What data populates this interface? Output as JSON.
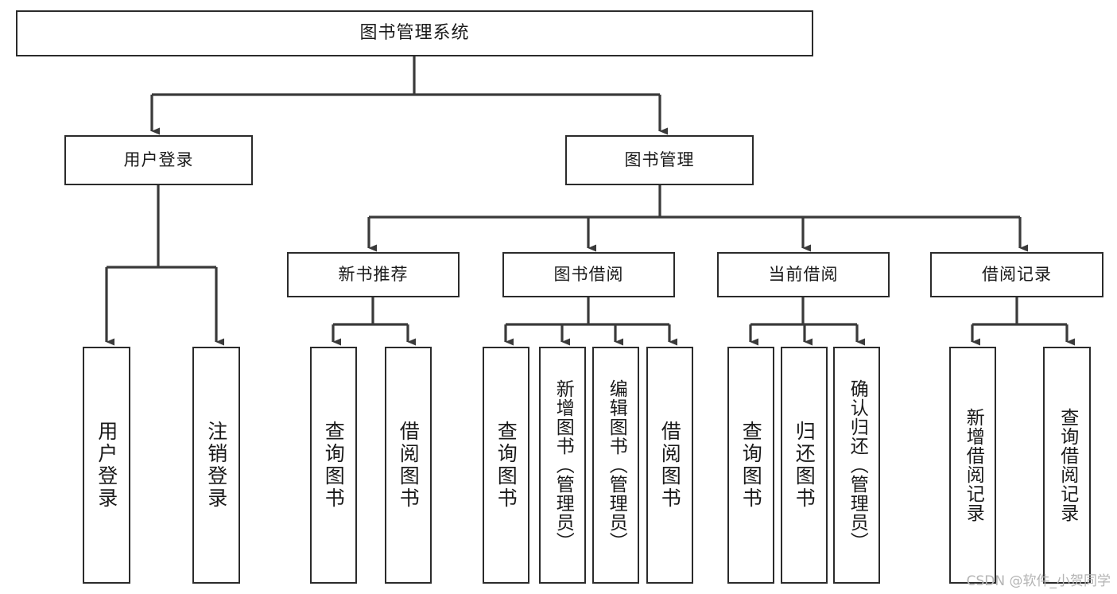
{
  "diagram": {
    "title": "图书管理系统",
    "type": "tree-hierarchy-chart",
    "orientation": "top-down",
    "colors": {
      "box_border": "#2b2b2b",
      "box_fill": "#ffffff",
      "connector": "#3a3a3a",
      "text": "#1a1a1a",
      "watermark": "#b4b4b4"
    },
    "root": {
      "id": "root",
      "label": "图书管理系统"
    },
    "level1": [
      {
        "id": "user-login",
        "label": "用户登录"
      },
      {
        "id": "book-management",
        "label": "图书管理"
      }
    ],
    "level2": [
      {
        "id": "new-book-recommend",
        "label": "新书推荐",
        "parent": "book-management"
      },
      {
        "id": "book-borrow",
        "label": "图书借阅",
        "parent": "book-management"
      },
      {
        "id": "current-borrow",
        "label": "当前借阅",
        "parent": "book-management"
      },
      {
        "id": "borrow-record",
        "label": "借阅记录",
        "parent": "book-management"
      }
    ],
    "leaves": {
      "user_login": [
        {
          "id": "leaf-user-login",
          "label": "用户登录"
        },
        {
          "id": "leaf-user-logout",
          "label": "注销登录"
        }
      ],
      "new_book_recommend": [
        {
          "id": "leaf-query-book-1",
          "label": "查询图书"
        },
        {
          "id": "leaf-borrow-book-1",
          "label": "借阅图书"
        }
      ],
      "book_borrow": [
        {
          "id": "leaf-query-book-2",
          "label": "查询图书"
        },
        {
          "id": "leaf-add-book",
          "label": "新增图书（管理员）"
        },
        {
          "id": "leaf-edit-book",
          "label": "编辑图书（管理员）"
        },
        {
          "id": "leaf-borrow-book-2",
          "label": "借阅图书"
        }
      ],
      "current_borrow": [
        {
          "id": "leaf-query-book-3",
          "label": "查询图书"
        },
        {
          "id": "leaf-return-book",
          "label": "归还图书"
        },
        {
          "id": "leaf-confirm-return",
          "label": "确认归还（管理员）"
        }
      ],
      "borrow_record": [
        {
          "id": "leaf-add-record",
          "label": "新增借阅记录"
        },
        {
          "id": "leaf-query-record",
          "label": "查询借阅记录"
        }
      ]
    }
  },
  "watermark": {
    "text": "CSDN @软件_小贺同学"
  }
}
